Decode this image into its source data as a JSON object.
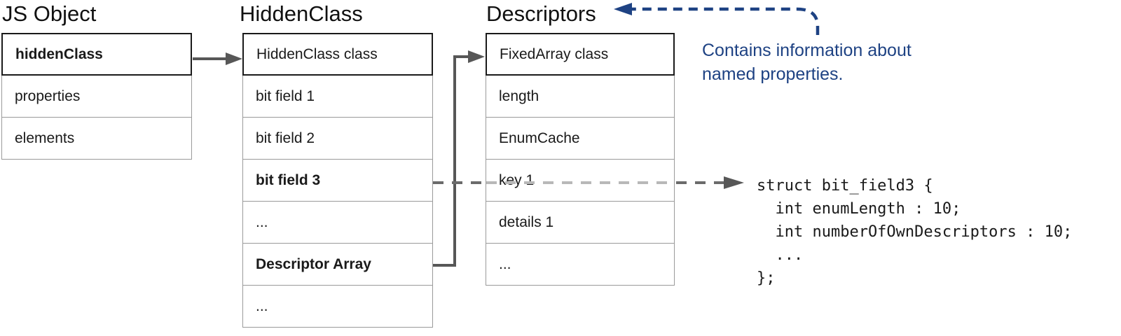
{
  "colors": {
    "arrow_gray": "#575757",
    "dash_dark": "#6b6b6b",
    "dash_light": "#b8b8b8",
    "annotation_blue": "#1e4283",
    "border_black": "#1a1a1a",
    "border_gray": "#9a9a9a",
    "text": "#1a1a1a",
    "bg": "#ffffff"
  },
  "js_object": {
    "title": "JS Object",
    "rows": [
      {
        "label": "hiddenClass"
      },
      {
        "label": "properties"
      },
      {
        "label": "elements"
      }
    ]
  },
  "hidden_class": {
    "title": "HiddenClass",
    "rows": [
      {
        "label": "HiddenClass class"
      },
      {
        "label": "bit field 1"
      },
      {
        "label": "bit field 2"
      },
      {
        "label": "bit field 3"
      },
      {
        "label": "..."
      },
      {
        "label": "Descriptor Array"
      },
      {
        "label": "..."
      }
    ]
  },
  "descriptors": {
    "title": "Descriptors",
    "rows": [
      {
        "label": "FixedArray class"
      },
      {
        "label": "length"
      },
      {
        "label": "EnumCache"
      },
      {
        "label": "key 1"
      },
      {
        "label": "details 1"
      },
      {
        "label": "..."
      }
    ]
  },
  "annotation": {
    "line1": "Contains information about",
    "line2": "named properties."
  },
  "code": {
    "lines": [
      "struct bit_field3 {",
      "  int enumLength : 10;",
      "  int numberOfOwnDescriptors : 10;",
      "  ...",
      "};"
    ]
  }
}
